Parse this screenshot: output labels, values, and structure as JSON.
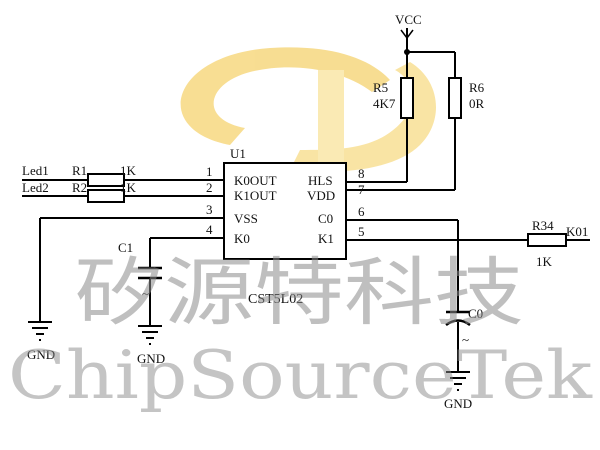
{
  "watermark": {
    "chinese": "矽源特科技",
    "english": "ChipSourceTek",
    "logo_color": "#f2c23a"
  },
  "power": {
    "vcc": "VCC"
  },
  "chip": {
    "ref": "U1",
    "name": "CST5L02"
  },
  "pins": {
    "p1": "1",
    "p2": "2",
    "p3": "3",
    "p4": "4",
    "p5": "5",
    "p6": "6",
    "p7": "7",
    "p8": "8"
  },
  "pin_names": {
    "k0out": "K0OUT",
    "k1out": "K1OUT",
    "vss": "VSS",
    "k0": "K0",
    "hls": "HLS",
    "vdd": "VDD",
    "c0": "C0",
    "k1": "K1"
  },
  "components": {
    "r1": {
      "ref": "R1",
      "value": "1K"
    },
    "r2": {
      "ref": "R2",
      "value": "1K"
    },
    "r5": {
      "ref": "R5",
      "value": "4K7"
    },
    "r6": {
      "ref": "R6",
      "value": "0R"
    },
    "r34": {
      "ref": "R34",
      "value": "1K"
    },
    "c1": {
      "ref": "C1",
      "symbol": "~"
    },
    "c0": {
      "ref": "C0",
      "symbol": "~"
    }
  },
  "nets": {
    "led1": "Led1",
    "led2": "Led2",
    "k01": "K01",
    "gnd": "GND"
  }
}
